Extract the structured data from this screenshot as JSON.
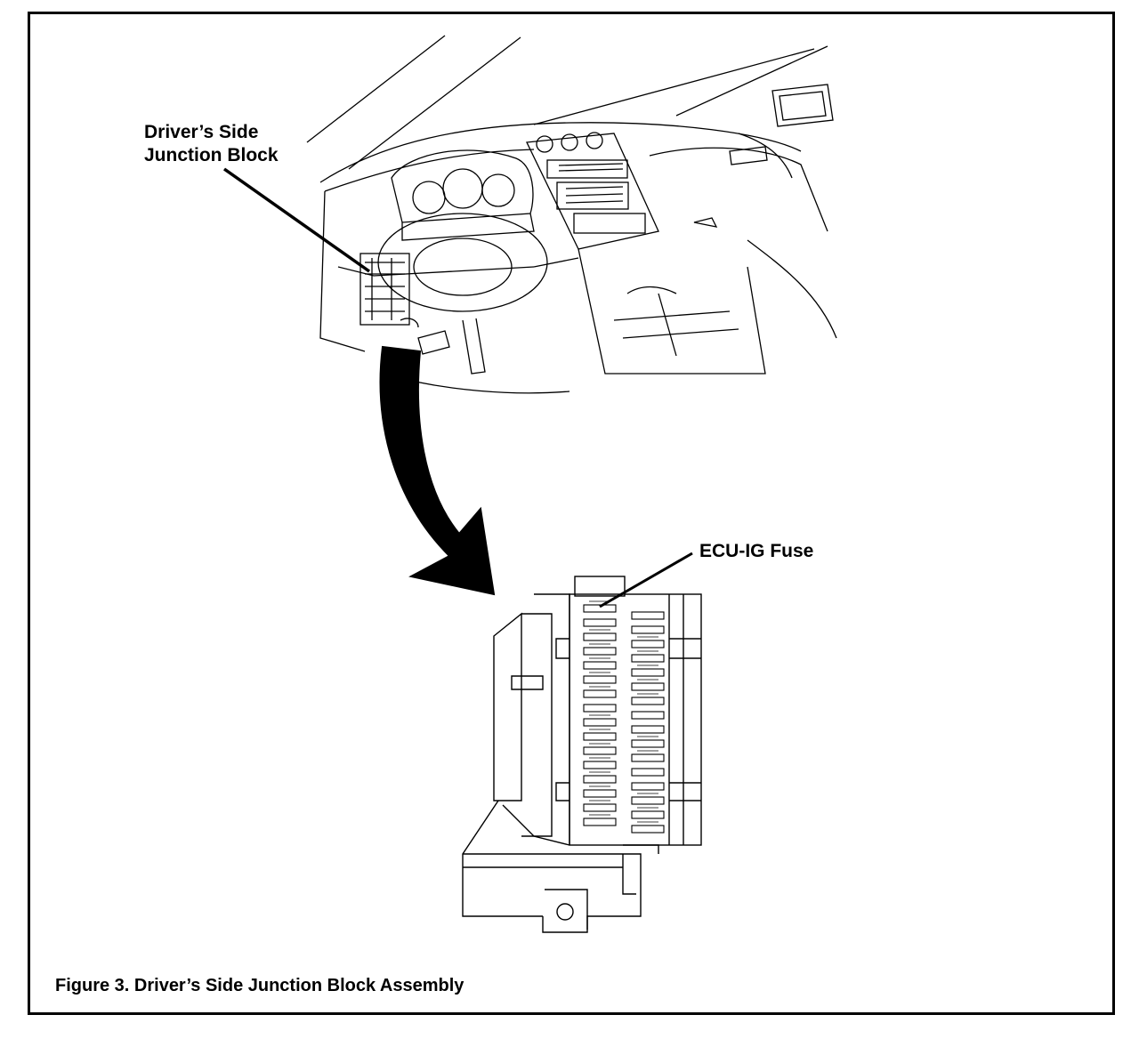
{
  "figure": {
    "caption": "Figure 3. Driver’s Side Junction Block Assembly"
  },
  "callouts": {
    "junction_block_line1": "Driver’s Side",
    "junction_block_line2": "Junction Block",
    "ecu_ig_fuse": "ECU-IG Fuse"
  },
  "colors": {
    "line": "#000000",
    "background": "#ffffff"
  }
}
